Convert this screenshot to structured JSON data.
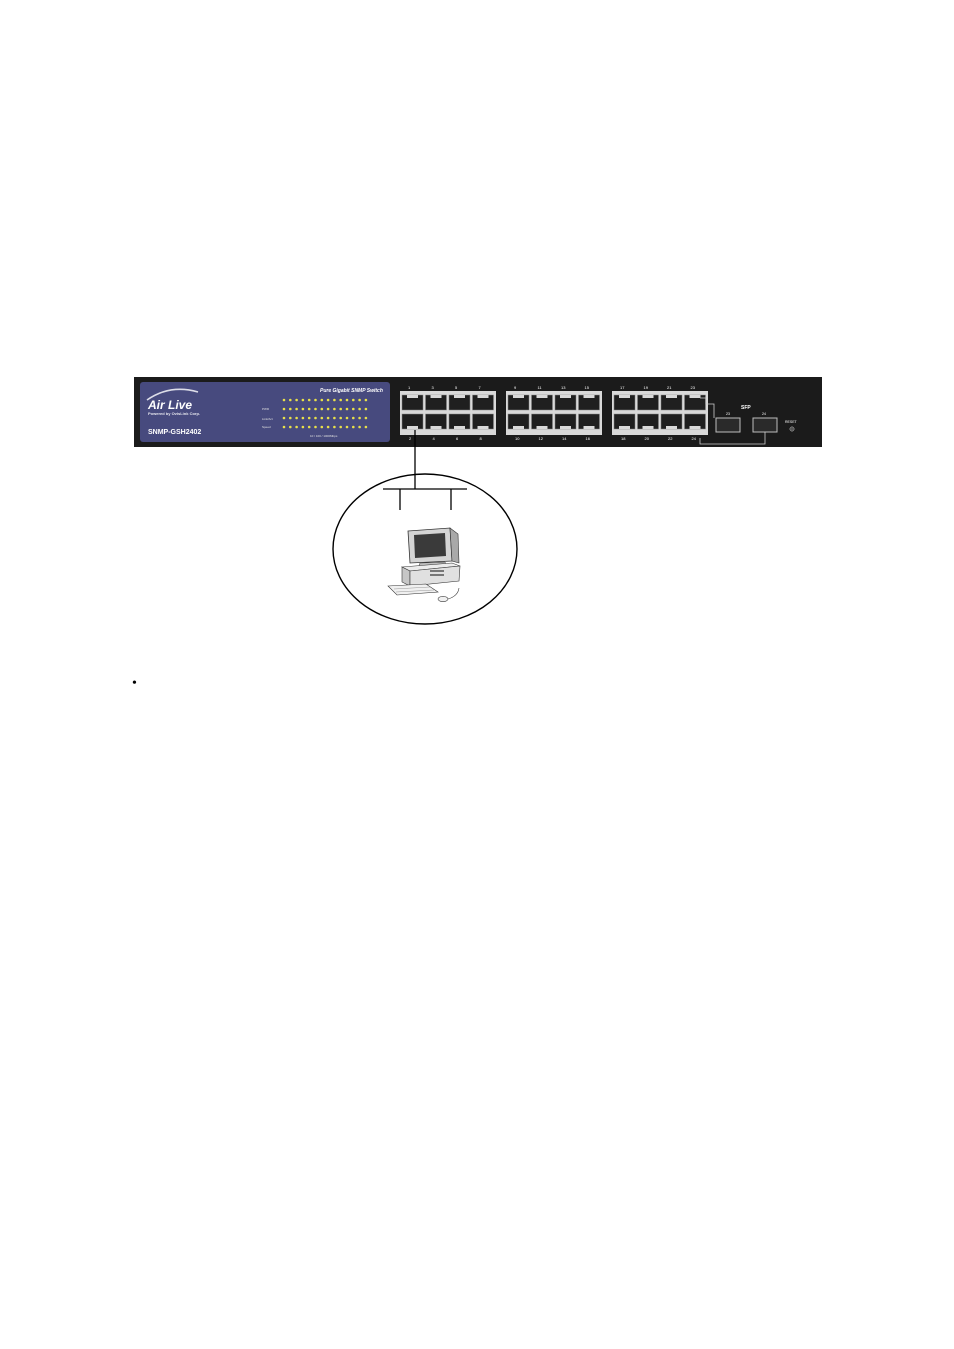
{
  "switch": {
    "brand": "Air Live",
    "brand_sub": "Powered by OvisLink Corp.",
    "model": "SNMP-GSH2402",
    "product_title": "Pure Gigabit SNMP Switch",
    "sfp_label": "SFP",
    "reset_label": "RESET",
    "led_row_labels": [
      "PWR",
      "Link/Act",
      "Speed"
    ],
    "led_footer": "10 / 100 / 1000Mbps",
    "port_groups": [
      {
        "top": [
          "1",
          "3",
          "5",
          "7"
        ],
        "bottom": [
          "2",
          "4",
          "6",
          "8"
        ]
      },
      {
        "top": [
          "9",
          "11",
          "13",
          "15"
        ],
        "bottom": [
          "10",
          "12",
          "14",
          "16"
        ]
      },
      {
        "top": [
          "17",
          "19",
          "21",
          "23"
        ],
        "bottom": [
          "18",
          "20",
          "22",
          "24"
        ]
      }
    ],
    "sfp_ports": [
      "23",
      "24"
    ],
    "colors": {
      "chassis": "#1b1b1b",
      "logo_panel": "#474a7e",
      "led": "#e8e04a",
      "port_frame": "#d9d9d9"
    }
  },
  "connection": {
    "from_port": "2",
    "device_icon": "desktop-computer-icon"
  },
  "bullet": "•"
}
